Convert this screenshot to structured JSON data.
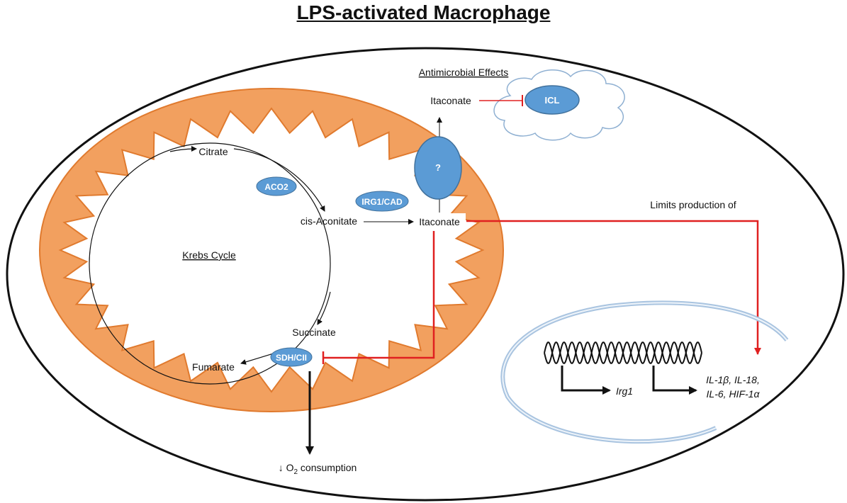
{
  "title": "LPS-activated Macrophage",
  "colors": {
    "mito_fill": "#f2a05f",
    "mito_stroke": "#e07a2e",
    "enzyme_fill": "#5b9bd5",
    "enzyme_stroke": "#41719c",
    "inhibit": "#e02020",
    "nucleus": "#a9c4e0"
  },
  "labels": {
    "antimicrobial": "Antimicrobial Effects",
    "itaconate_top": "Itaconate",
    "icl": "ICL",
    "transporter": "?",
    "citrate": "Citrate",
    "aco2": "ACO2",
    "irg1": "IRG1/CAD",
    "cis_aconitate": "cis-Aconitate",
    "itaconate_mid": "Itaconate",
    "limits": "Limits production of",
    "krebs": "Krebs Cycle",
    "succinate": "Succinate",
    "sdh": "SDH/CII",
    "fumarate": "Fumarate",
    "o2_arrow": "↓ O",
    "o2_sub": "2",
    "o2_rest": " consumption",
    "irg1_gene": "Irg1",
    "cytokines_1": "IL-1β, IL-18,",
    "cytokines_2": "IL-6, HIF-1α"
  }
}
